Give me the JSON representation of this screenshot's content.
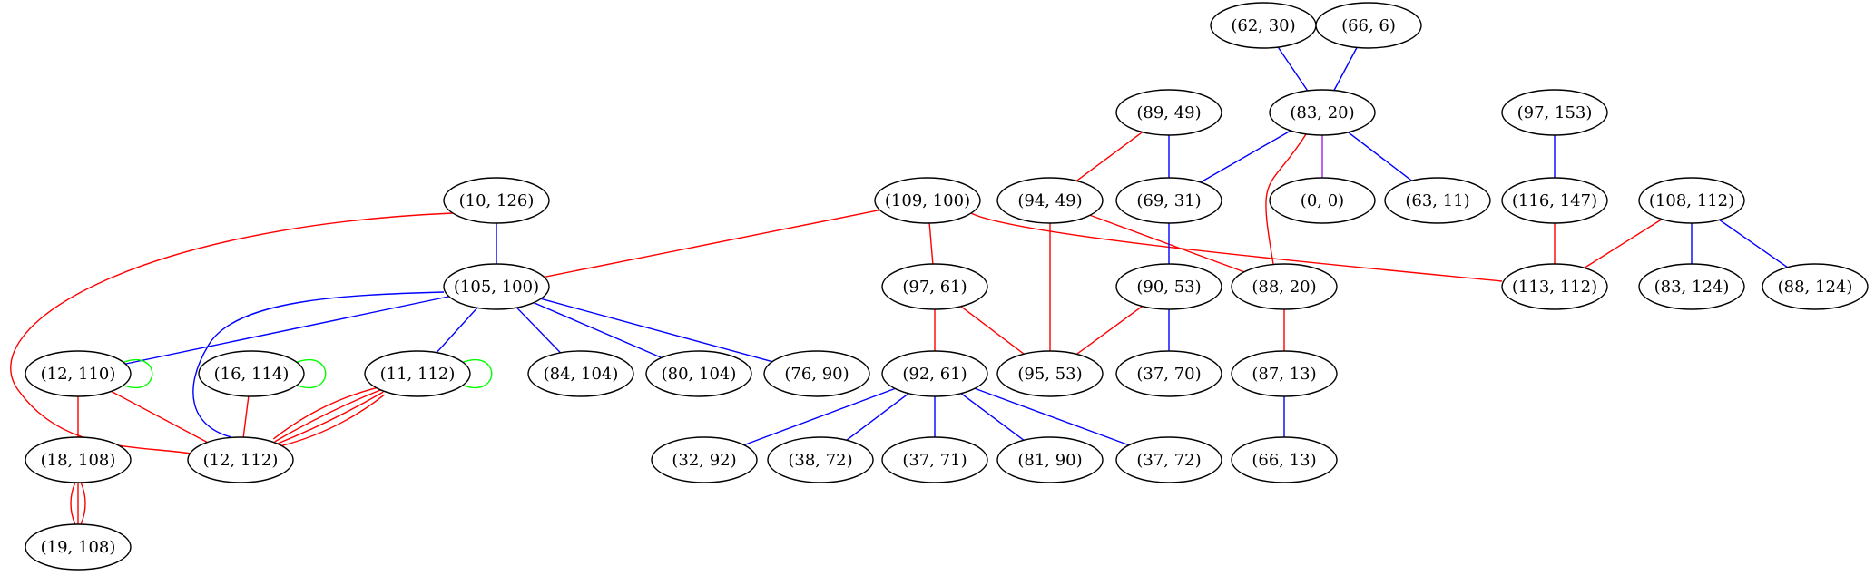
{
  "colors": {
    "red": "#ff0000",
    "blue": "#0000ff",
    "green": "#00ff00"
  },
  "nodes": [
    {
      "id": "n62_30",
      "label": "(62, 30)"
    },
    {
      "id": "n66_6",
      "label": "(66, 6)"
    },
    {
      "id": "n89_49",
      "label": "(89, 49)"
    },
    {
      "id": "n83_20",
      "label": "(83, 20)"
    },
    {
      "id": "n97_153",
      "label": "(97, 153)"
    },
    {
      "id": "n10_126",
      "label": "(10, 126)"
    },
    {
      "id": "n109_100",
      "label": "(109, 100)"
    },
    {
      "id": "n94_49",
      "label": "(94, 49)"
    },
    {
      "id": "n69_31",
      "label": "(69, 31)"
    },
    {
      "id": "n0_0",
      "label": "(0, 0)"
    },
    {
      "id": "n63_11",
      "label": "(63, 11)"
    },
    {
      "id": "n116_147",
      "label": "(116, 147)"
    },
    {
      "id": "n108_112",
      "label": "(108, 112)"
    },
    {
      "id": "n105_100",
      "label": "(105, 100)"
    },
    {
      "id": "n97_61",
      "label": "(97, 61)"
    },
    {
      "id": "n90_53",
      "label": "(90, 53)"
    },
    {
      "id": "n88_20",
      "label": "(88, 20)"
    },
    {
      "id": "n113_112",
      "label": "(113, 112)"
    },
    {
      "id": "n83_124",
      "label": "(83, 124)"
    },
    {
      "id": "n88_124",
      "label": "(88, 124)"
    },
    {
      "id": "n12_110",
      "label": "(12, 110)"
    },
    {
      "id": "n16_114",
      "label": "(16, 114)"
    },
    {
      "id": "n11_112",
      "label": "(11, 112)"
    },
    {
      "id": "n84_104",
      "label": "(84, 104)"
    },
    {
      "id": "n80_104",
      "label": "(80, 104)"
    },
    {
      "id": "n76_90",
      "label": "(76, 90)"
    },
    {
      "id": "n92_61",
      "label": "(92, 61)"
    },
    {
      "id": "n95_53",
      "label": "(95, 53)"
    },
    {
      "id": "n37_70",
      "label": "(37, 70)"
    },
    {
      "id": "n87_13",
      "label": "(87, 13)"
    },
    {
      "id": "n18_108",
      "label": "(18, 108)"
    },
    {
      "id": "n12_112",
      "label": "(12, 112)"
    },
    {
      "id": "n32_92",
      "label": "(32, 92)"
    },
    {
      "id": "n38_72",
      "label": "(38, 72)"
    },
    {
      "id": "n37_71",
      "label": "(37, 71)"
    },
    {
      "id": "n81_90",
      "label": "(81, 90)"
    },
    {
      "id": "n37_72",
      "label": "(37, 72)"
    },
    {
      "id": "n66_13",
      "label": "(66, 13)"
    },
    {
      "id": "n19_108",
      "label": "(19, 108)"
    }
  ],
  "edges": [
    {
      "from": "n62_30",
      "to": "n83_20",
      "color": "blue"
    },
    {
      "from": "n66_6",
      "to": "n83_20",
      "color": "blue"
    },
    {
      "from": "n89_49",
      "to": "n94_49",
      "color": "red"
    },
    {
      "from": "n89_49",
      "to": "n69_31",
      "color": "blue"
    },
    {
      "from": "n83_20",
      "to": "n69_31",
      "color": "blue"
    },
    {
      "from": "n83_20",
      "to": "n0_0",
      "color": "purple"
    },
    {
      "from": "n83_20",
      "to": "n63_11",
      "color": "blue"
    },
    {
      "from": "n83_20",
      "to": "n88_20",
      "color": "red"
    },
    {
      "from": "n97_153",
      "to": "n116_147",
      "color": "blue"
    },
    {
      "from": "n116_147",
      "to": "n113_112",
      "color": "red"
    },
    {
      "from": "n108_112",
      "to": "n113_112",
      "color": "red"
    },
    {
      "from": "n108_112",
      "to": "n83_124",
      "color": "blue"
    },
    {
      "from": "n108_112",
      "to": "n88_124",
      "color": "blue"
    },
    {
      "from": "n10_126",
      "to": "n105_100",
      "color": "blue"
    },
    {
      "from": "n10_126",
      "to": "n12_112",
      "color": "red"
    },
    {
      "from": "n109_100",
      "to": "n105_100",
      "color": "red"
    },
    {
      "from": "n109_100",
      "to": "n97_61",
      "color": "red"
    },
    {
      "from": "n109_100",
      "to": "n113_112",
      "color": "red"
    },
    {
      "from": "n94_49",
      "to": "n95_53",
      "color": "red"
    },
    {
      "from": "n94_49",
      "to": "n88_20",
      "color": "red"
    },
    {
      "from": "n69_31",
      "to": "n90_53",
      "color": "blue"
    },
    {
      "from": "n105_100",
      "to": "n12_110",
      "color": "blue"
    },
    {
      "from": "n105_100",
      "to": "n12_112",
      "color": "blue"
    },
    {
      "from": "n105_100",
      "to": "n11_112",
      "color": "blue"
    },
    {
      "from": "n105_100",
      "to": "n84_104",
      "color": "blue"
    },
    {
      "from": "n105_100",
      "to": "n80_104",
      "color": "blue"
    },
    {
      "from": "n105_100",
      "to": "n76_90",
      "color": "blue"
    },
    {
      "from": "n97_61",
      "to": "n92_61",
      "color": "red"
    },
    {
      "from": "n97_61",
      "to": "n95_53",
      "color": "red"
    },
    {
      "from": "n90_53",
      "to": "n95_53",
      "color": "red"
    },
    {
      "from": "n90_53",
      "to": "n37_70",
      "color": "blue"
    },
    {
      "from": "n88_20",
      "to": "n87_13",
      "color": "red"
    },
    {
      "from": "n87_13",
      "to": "n66_13",
      "color": "blue"
    },
    {
      "from": "n12_110",
      "to": "n12_110",
      "color": "green"
    },
    {
      "from": "n12_110",
      "to": "n18_108",
      "color": "red"
    },
    {
      "from": "n12_110",
      "to": "n12_112",
      "color": "red"
    },
    {
      "from": "n16_114",
      "to": "n16_114",
      "color": "green"
    },
    {
      "from": "n16_114",
      "to": "n12_112",
      "color": "red"
    },
    {
      "from": "n11_112",
      "to": "n11_112",
      "color": "green"
    },
    {
      "from": "n11_112",
      "to": "n12_112",
      "color": "red"
    },
    {
      "from": "n11_112",
      "to": "n12_112",
      "color": "red"
    },
    {
      "from": "n11_112",
      "to": "n12_112",
      "color": "red"
    },
    {
      "from": "n11_112",
      "to": "n12_112",
      "color": "red"
    },
    {
      "from": "n92_61",
      "to": "n32_92",
      "color": "blue"
    },
    {
      "from": "n92_61",
      "to": "n38_72",
      "color": "blue"
    },
    {
      "from": "n92_61",
      "to": "n37_71",
      "color": "blue"
    },
    {
      "from": "n92_61",
      "to": "n81_90",
      "color": "blue"
    },
    {
      "from": "n92_61",
      "to": "n37_72",
      "color": "blue"
    },
    {
      "from": "n18_108",
      "to": "n19_108",
      "color": "red"
    },
    {
      "from": "n18_108",
      "to": "n19_108",
      "color": "red"
    },
    {
      "from": "n18_108",
      "to": "n19_108",
      "color": "red"
    }
  ]
}
